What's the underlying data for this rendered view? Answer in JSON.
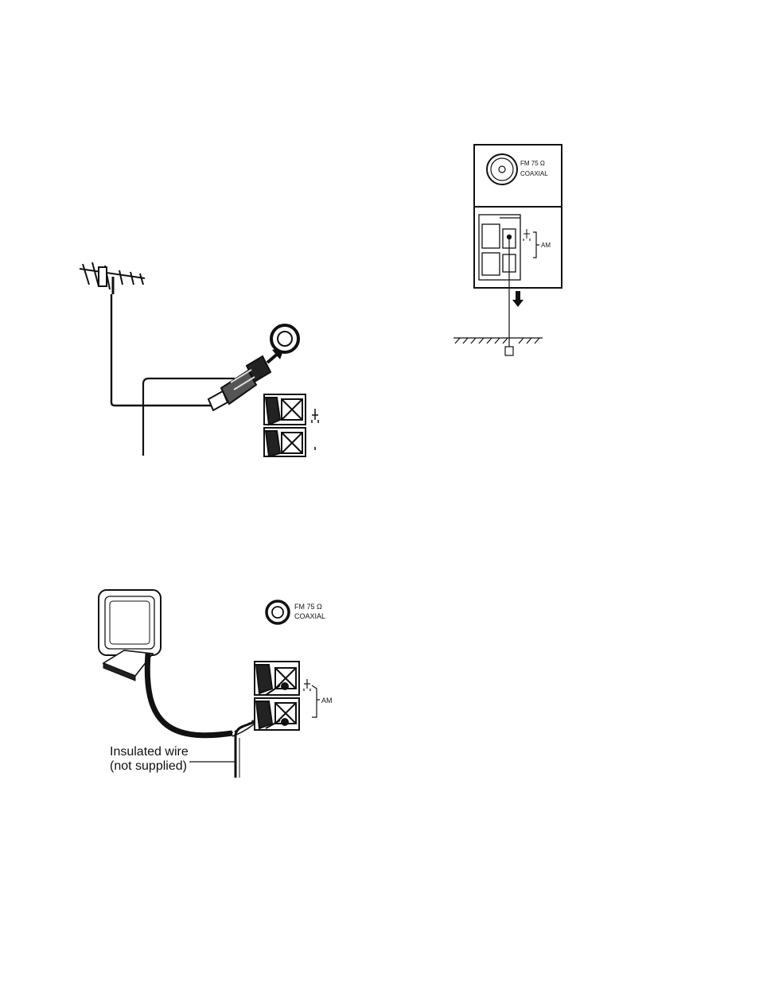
{
  "figure_ground": {
    "fm_label": "FM 75 Ω",
    "coaxial_label": "COAXIAL",
    "am_label": "AM"
  },
  "figure_loop": {
    "fm_label": "FM 75 Ω",
    "coaxial_label": "COAXIAL",
    "am_label": "AM",
    "wire_caption_line1": "Insulated wire",
    "wire_caption_line2": "(not supplied)"
  }
}
